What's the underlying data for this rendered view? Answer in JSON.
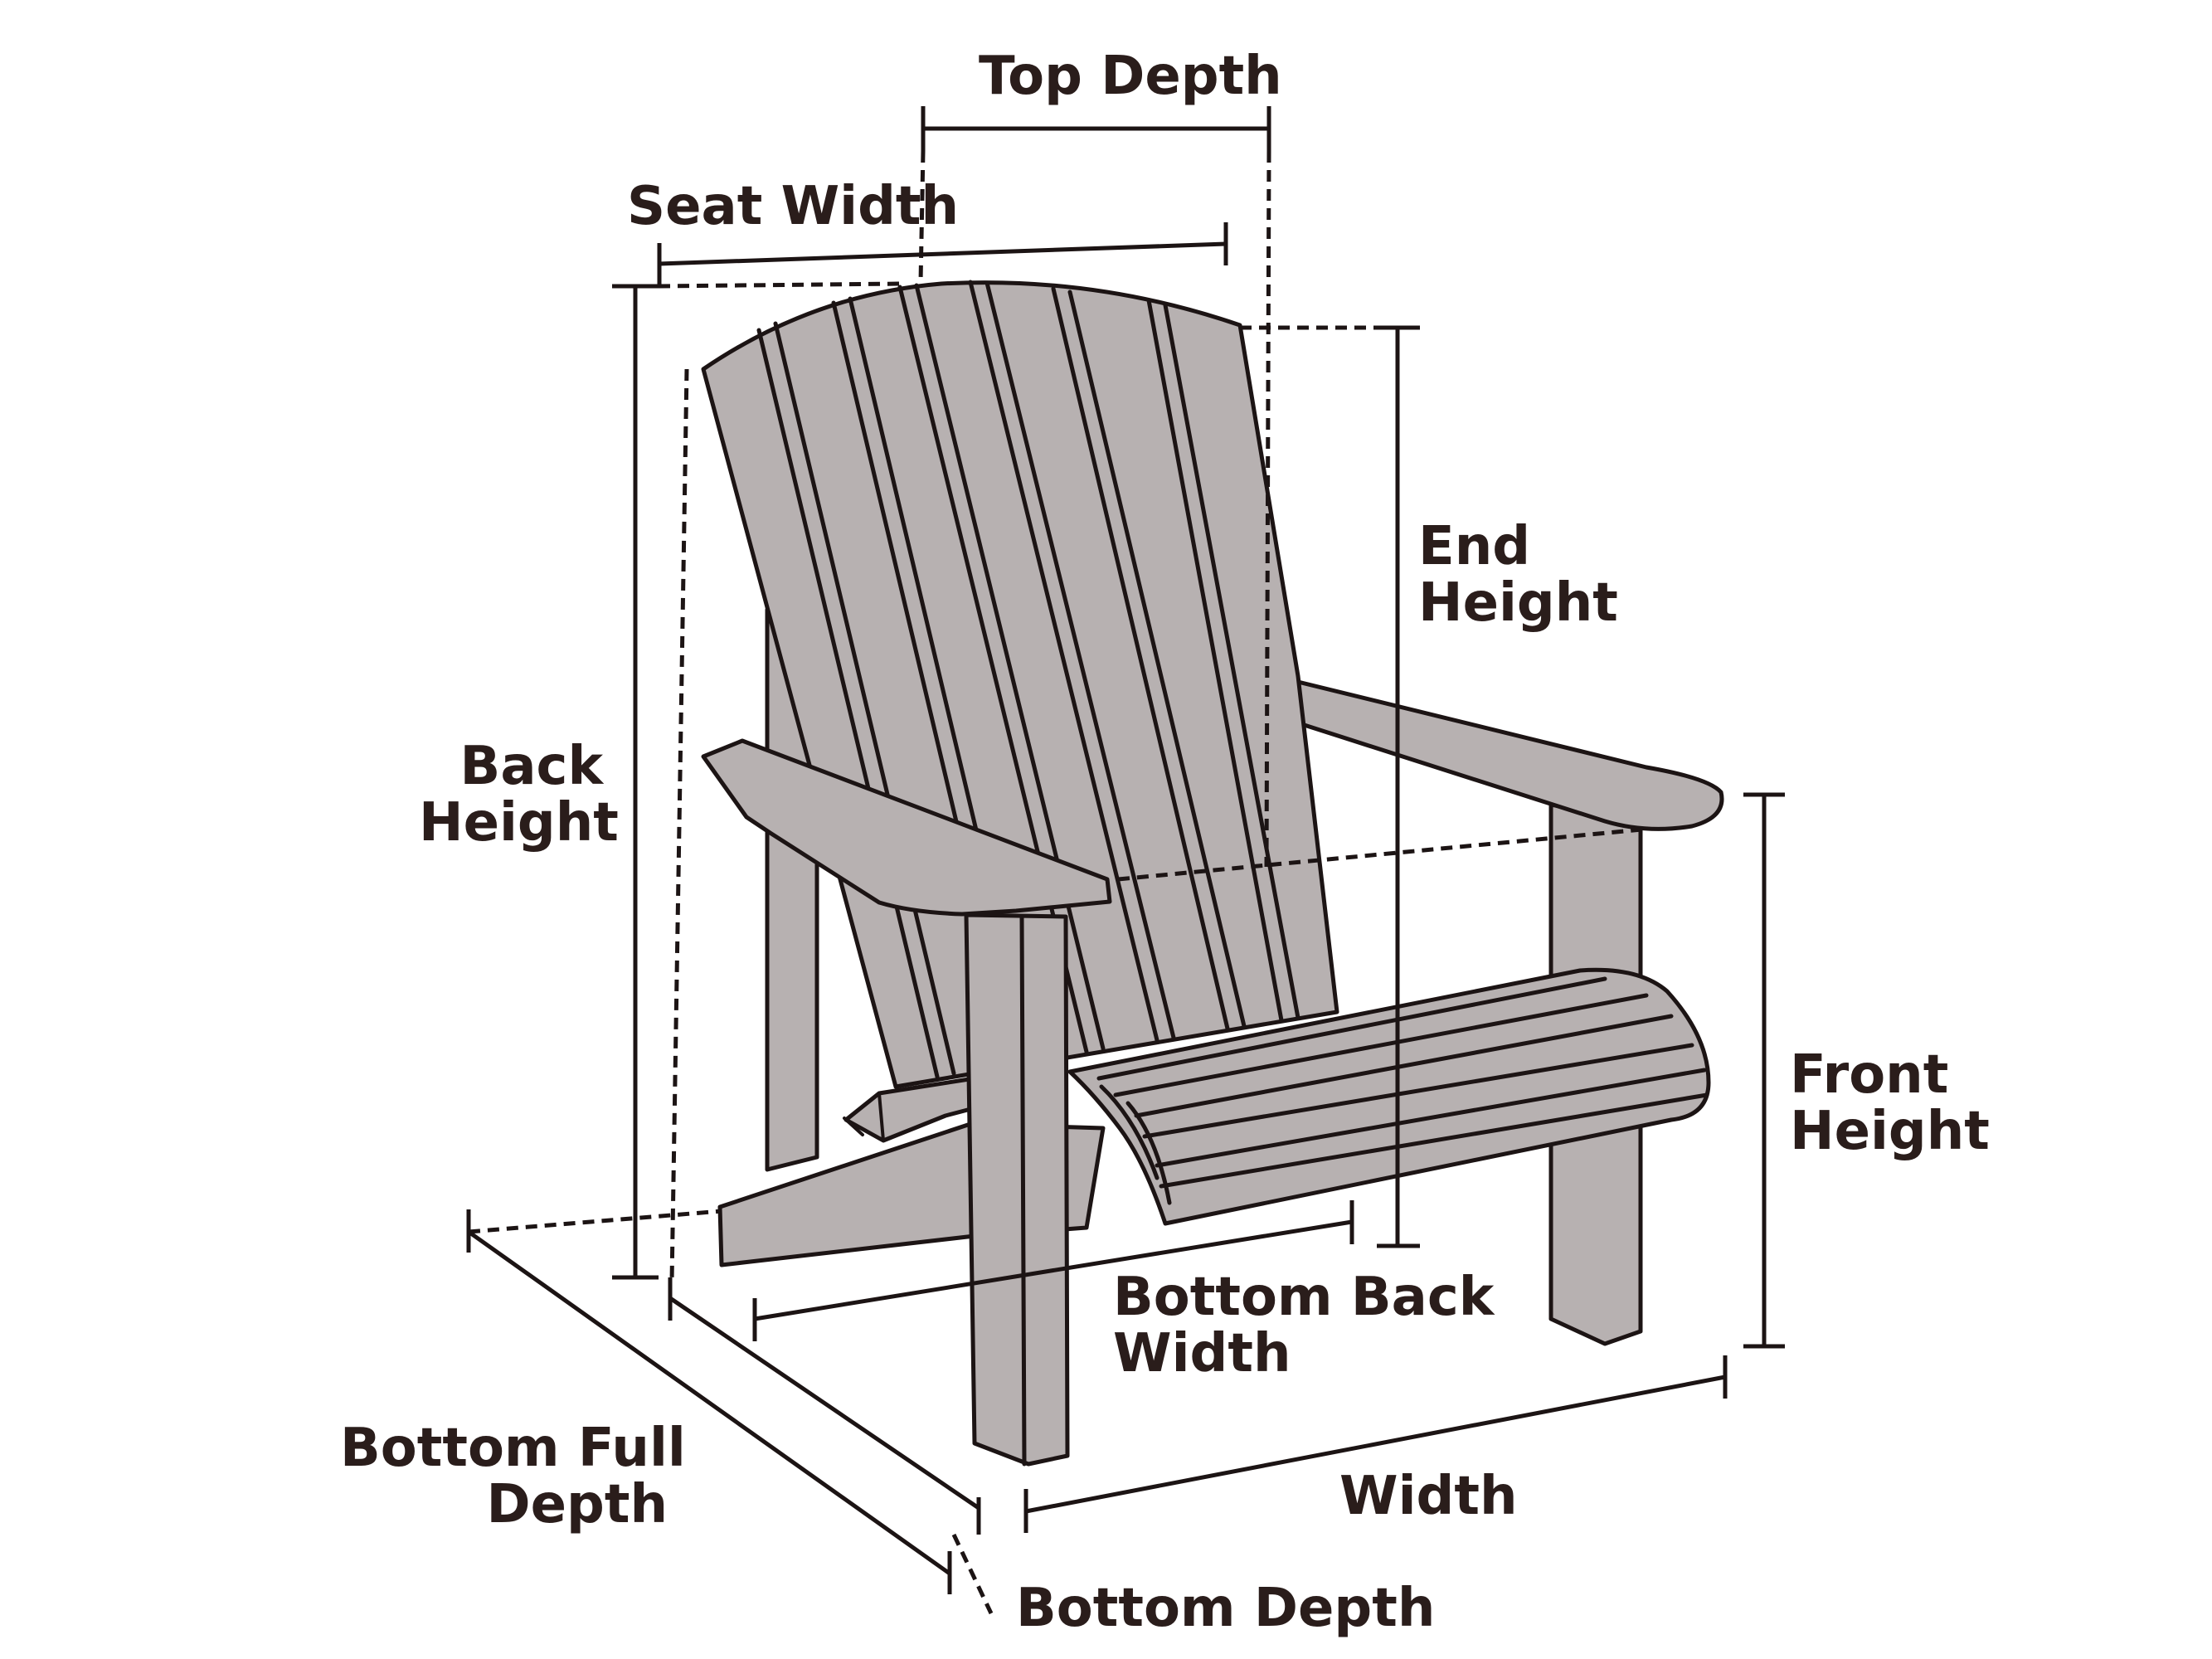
{
  "colors": {
    "chair_fill": "#b7b1b1",
    "outline": "#1c1414",
    "text": "#2a1d1b",
    "background": "#ffffff"
  },
  "labels": {
    "top_depth": "Top Depth",
    "seat_width": "Seat Width",
    "end_height_1": "End",
    "end_height_2": "Height",
    "back_height_1": "Back",
    "back_height_2": "Height",
    "front_height_1": "Front",
    "front_height_2": "Height",
    "bottom_back_width_1": "Bottom Back",
    "bottom_back_width_2": "Width",
    "bottom_full_depth_1": "Bottom Full",
    "bottom_full_depth_2": "Depth",
    "width": "Width",
    "bottom_depth": "Bottom Depth"
  }
}
